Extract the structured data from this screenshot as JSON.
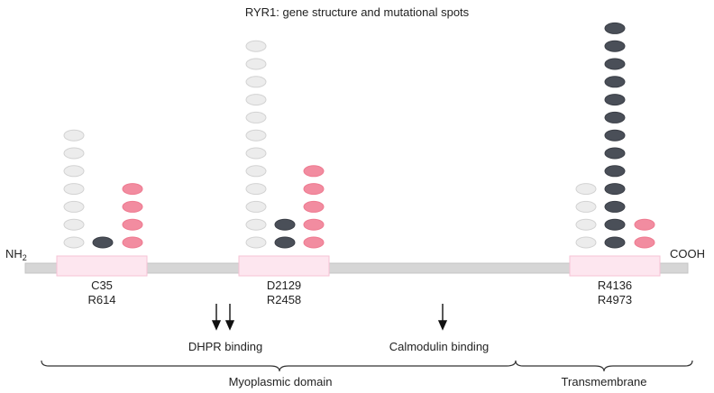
{
  "title": "RYR1: gene structure and mutational spots",
  "terminals": {
    "n_base": "NH",
    "n_sub": "2",
    "c": "COOH"
  },
  "regions": [
    {
      "line1": "C35",
      "line2": "R614"
    },
    {
      "line1": "D2129",
      "line2": "R2458"
    },
    {
      "line1": "R4136",
      "line2": "R4973"
    }
  ],
  "bindings": {
    "dhpr": "DHPR binding",
    "calmodulin": "Calmodulin binding"
  },
  "domains": {
    "myoplasmic": "Myoplasmic domain",
    "transmembrane": "Transmembrane"
  },
  "colors": {
    "light": "#ececec",
    "dark": "#4a4f58",
    "pink": "#f28ca0",
    "box": "#fde6ef",
    "box_border": "#f6c3d6",
    "bar": "#d6d6d6"
  },
  "spot_columns": [
    {
      "region": 0,
      "type": "light",
      "count": 7
    },
    {
      "region": 0,
      "type": "dark",
      "count": 1
    },
    {
      "region": 0,
      "type": "pink",
      "count": 4
    },
    {
      "region": 1,
      "type": "light",
      "count": 12
    },
    {
      "region": 1,
      "type": "dark",
      "count": 2
    },
    {
      "region": 1,
      "type": "pink",
      "count": 5
    },
    {
      "region": 2,
      "type": "light",
      "count": 4
    },
    {
      "region": 2,
      "type": "dark",
      "count": 13
    },
    {
      "region": 2,
      "type": "pink",
      "count": 2
    }
  ]
}
